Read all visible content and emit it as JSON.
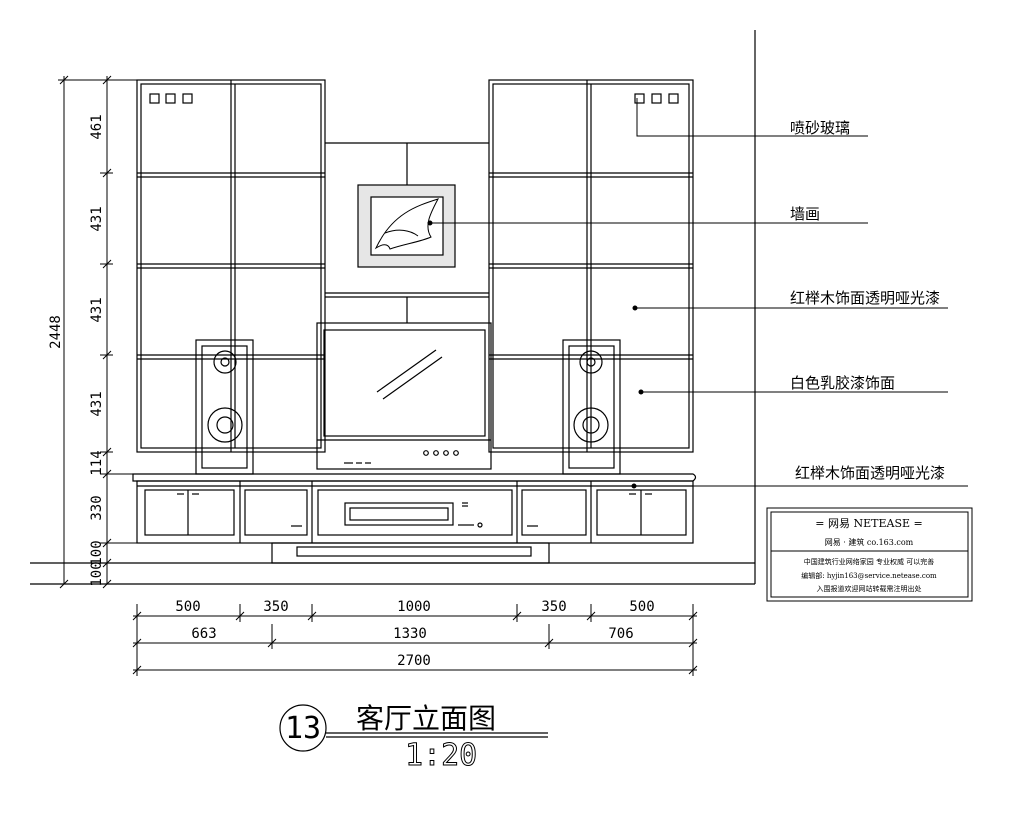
{
  "callouts": [
    "喷砂玻璃",
    "墙画",
    "红榉木饰面透明哑光漆",
    "白色乳胶漆饰面",
    "红榉木饰面透明哑光漆"
  ],
  "vertical_dims": {
    "total": "2448",
    "segments": [
      "461",
      "431",
      "431",
      "431",
      "114",
      "330",
      "100",
      "100"
    ]
  },
  "horizontal_dims": {
    "row1": [
      "500",
      "350",
      "1000",
      "350",
      "500"
    ],
    "row2": [
      "663",
      "1330",
      "706"
    ],
    "row3": [
      "2700"
    ]
  },
  "title": {
    "number": "13",
    "name": "客厅立面图",
    "scale": "1:20"
  },
  "title_block": {
    "line1": "= 网易  NETEASE =",
    "line2": "网易 · 建筑    co.163.com",
    "line3": "中国建筑行业网络家园  专业权威 可以完善",
    "line4": "编辑部: hyjin163@service.netease.com",
    "line5": "入围报道欢迎网站转载需注明出处"
  }
}
